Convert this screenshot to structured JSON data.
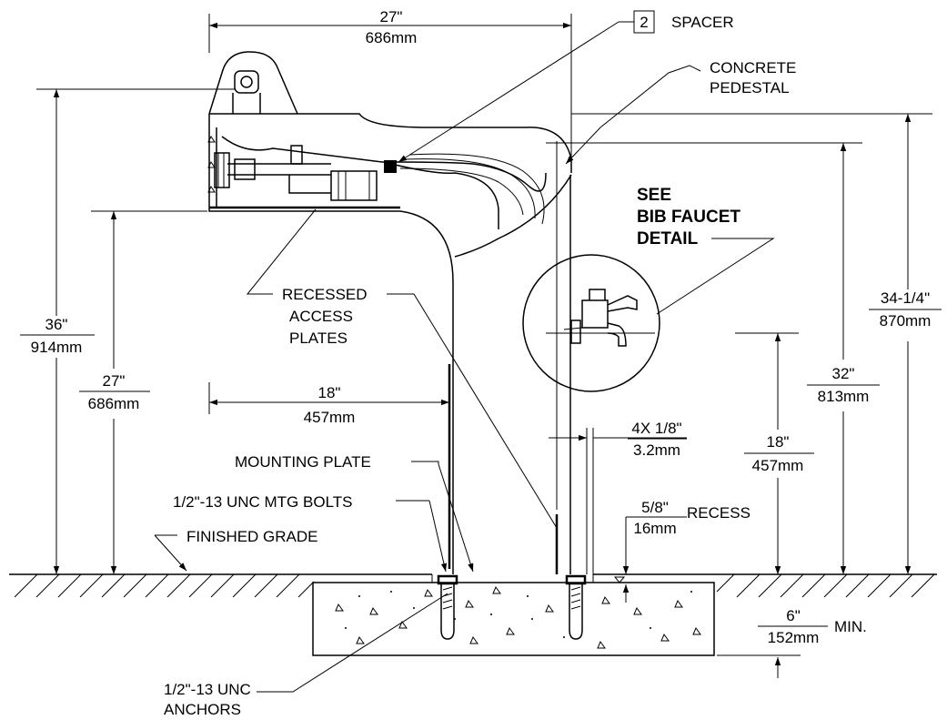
{
  "dimensions": {
    "top_width_in": "27\"",
    "top_width_mm": "686mm",
    "overall_height_in": "36\"",
    "overall_height_mm": "914mm",
    "basin_height_in": "27\"",
    "basin_height_mm": "686mm",
    "reach_in": "18\"",
    "reach_mm": "457mm",
    "pedestal_height_in": "34-1/4\"",
    "pedestal_height_mm": "870mm",
    "faucet_height_in": "32\"",
    "faucet_height_mm": "813mm",
    "bib_height_in": "18\"",
    "bib_height_mm": "457mm",
    "spacer_gap_in": "4X 1/8\"",
    "spacer_gap_mm": "3.2mm",
    "recess_in": "5/8\"",
    "recess_mm": "16mm",
    "recess_label": "RECESS",
    "footing_in": "6\"",
    "footing_mm": "152mm",
    "footing_suffix": "MIN."
  },
  "callouts": {
    "spacer_number": "2",
    "spacer_label": "SPACER",
    "concrete_line1": "CONCRETE",
    "concrete_line2": "PEDESTAL",
    "see": "SEE",
    "bib_faucet": "BIB FAUCET",
    "detail": "DETAIL",
    "recessed_line1": "RECESSED",
    "recessed_line2": "ACCESS",
    "recessed_line3": "PLATES",
    "mounting_plate": "MOUNTING PLATE",
    "mtg_bolts": "1/2\"-13 UNC MTG BOLTS",
    "finished_grade": "FINISHED GRADE",
    "anchors_line1": "1/2\"-13 UNC",
    "anchors_line2": "ANCHORS"
  }
}
